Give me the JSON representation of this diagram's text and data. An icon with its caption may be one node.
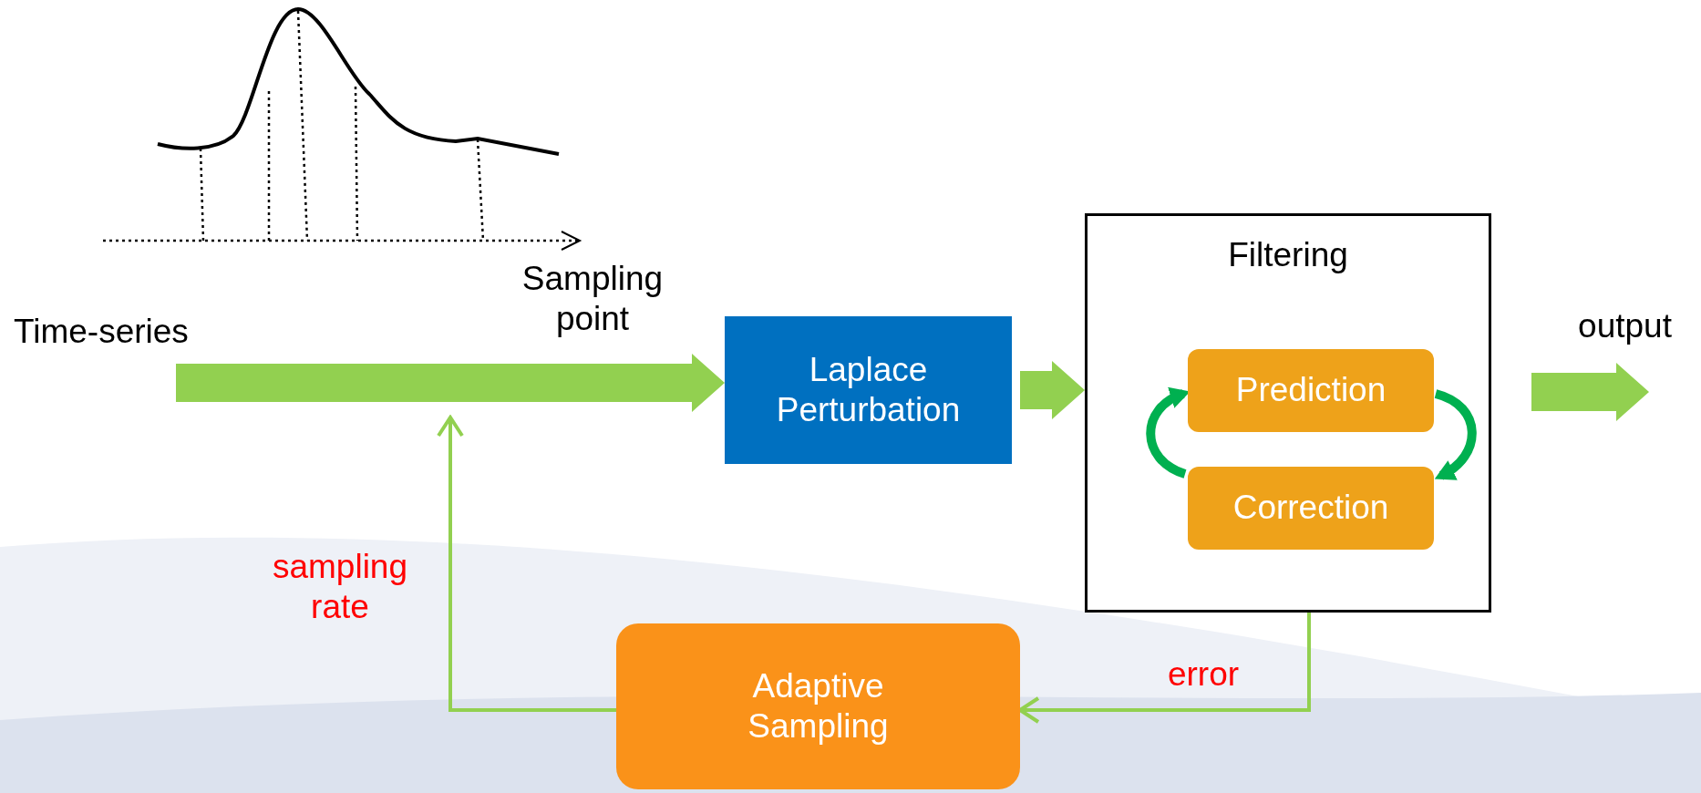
{
  "diagram": {
    "nodes": [
      {
        "text": [
          "Time-series"
        ]
      },
      {
        "text": [
          "Laplace Perturbation"
        ]
      },
      {
        "text": [
          "Filtering"
        ]
      },
      {
        "text": [
          "Prediction"
        ],
        "in": 2
      },
      {
        "text": [
          "Correction"
        ],
        "in": 2
      },
      {
        "text": [
          "Adaptive Sampling"
        ]
      }
    ],
    "edges": [
      {
        "from": 0,
        "to": 1,
        "arrow": "to",
        "style": "thick"
      },
      {
        "from": 1,
        "to": 2,
        "arrow": "to",
        "style": "thick"
      },
      {
        "from": 3,
        "to": 4,
        "arrow": "to",
        "style": "thick",
        "color": "#00b050"
      },
      {
        "from": 4,
        "to": 3,
        "arrow": "to",
        "style": "thick",
        "color": "#00b050"
      },
      {
        "from": 2,
        "to": null,
        "arrow": "to",
        "style": "thick"
      },
      {
        "from": 2,
        "to": 5,
        "arrow": "to",
        "label": "error",
        "color": "#92d050"
      },
      {
        "from": 5,
        "to": null,
        "arrow": "to",
        "label": "sampling rate",
        "color": "#92d050"
      }
    ],
    "labels": [
      "Sampling point",
      "output"
    ]
  }
}
